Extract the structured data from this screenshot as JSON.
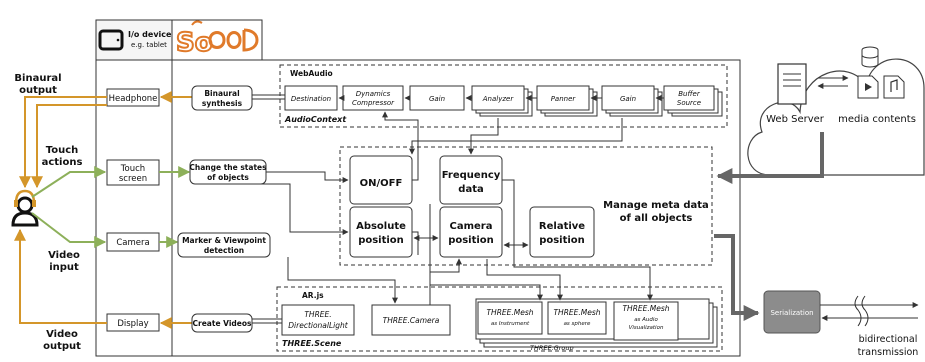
{
  "io_header": {
    "title": "I/o devices",
    "subtitle": "e.g. tablet"
  },
  "logo_text": "So",
  "devices": {
    "headphone": "Headphone",
    "touch_screen": [
      "Touch",
      "screen"
    ],
    "camera": "Camera",
    "display": "Display"
  },
  "left_labels": {
    "binaural_output": [
      "Binaural",
      "output"
    ],
    "touch_actions": [
      "Touch",
      "actions"
    ],
    "video_input": [
      "Video",
      "input"
    ],
    "video_output": [
      "Video",
      "output"
    ]
  },
  "processes": {
    "binaural_synthesis": [
      "Binaural",
      "synthesis"
    ],
    "change_states": [
      "Change the states",
      "of objects"
    ],
    "marker_detection": [
      "Marker & Viewpoint",
      "detection"
    ],
    "create_videos": "Create Videos"
  },
  "webaudio": {
    "label": "WebAudio",
    "context_label": "AudioContext",
    "nodes": {
      "destination": "Destination",
      "compressor": [
        "Dynamics",
        "Compressor"
      ],
      "gain1": "Gain",
      "analyzer": "Analyzer",
      "panner": "Panner",
      "gain2": "Gain",
      "buffer_source": [
        "Buffer",
        "Source"
      ]
    }
  },
  "meta": {
    "on_off": "ON/OFF",
    "frequency_data": [
      "Frequency",
      "data"
    ],
    "absolute_position": [
      "Absolute",
      "position"
    ],
    "camera_position": [
      "Camera",
      "position"
    ],
    "relative_position": [
      "Relative",
      "position"
    ],
    "manage_label": [
      "Manage meta data",
      "of all objects"
    ]
  },
  "three": {
    "arjs_label": "AR.js",
    "scene_label": "THREE.Scene",
    "light": [
      "THREE.",
      "DirectionalLight"
    ],
    "camera": "THREE.Camera",
    "group_label": "THREE.Group",
    "mesh_instrument": [
      "THREE.Mesh",
      "as Instrument"
    ],
    "mesh_sphere": [
      "THREE.Mesh",
      "as sphere"
    ],
    "mesh_audio": [
      "THREE.Mesh",
      "as Audio",
      "Visualization"
    ]
  },
  "cloud": {
    "web_server": "Web Server",
    "media_contents": "media contents"
  },
  "serialization": "Serialization",
  "bidirectional": [
    "bidirectional",
    "transmission"
  ],
  "colors": {
    "orange": "#d4962a",
    "green": "#8db05a",
    "dark": "#555555",
    "gray_box": "#8c8c8c"
  }
}
